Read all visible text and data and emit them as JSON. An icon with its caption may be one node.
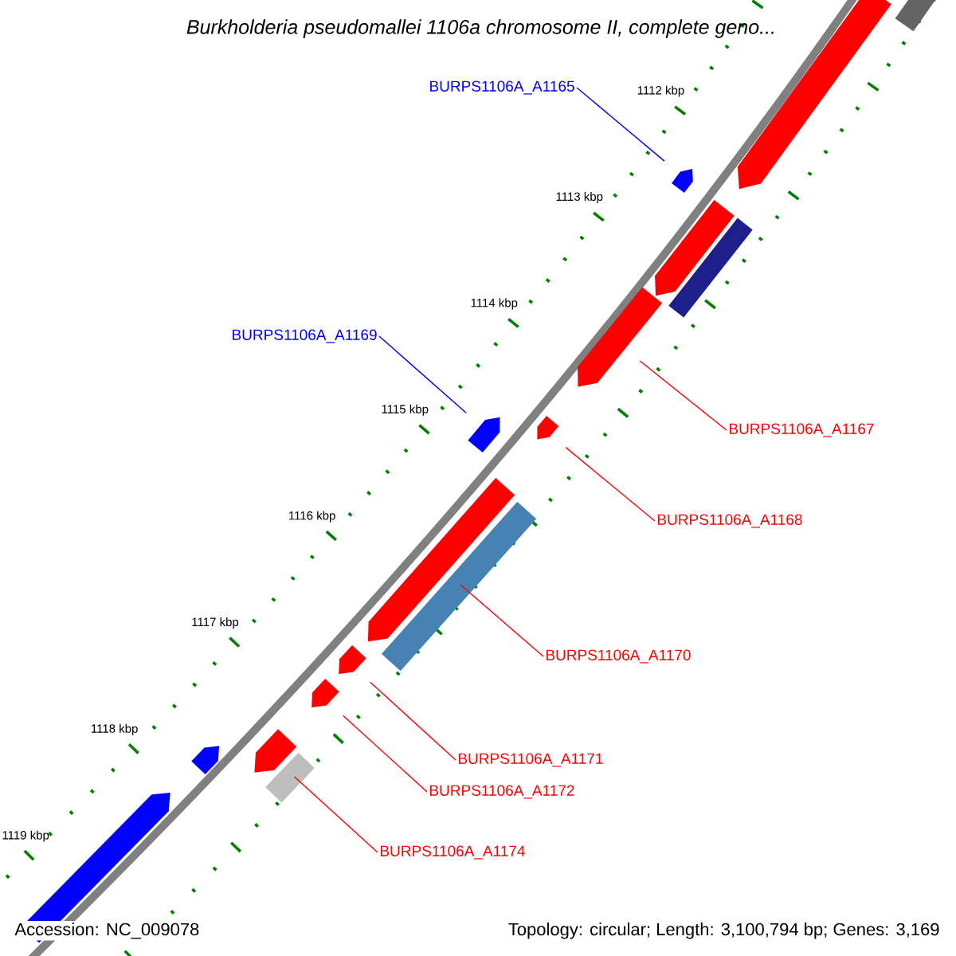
{
  "diagram": {
    "title": "*Burkholderia pseudomallei* 1106a chromosome II, complete geno...",
    "nodes": [
      {
        "text": [
          "BURPS1106A_A1165"
        ]
      },
      {
        "text": [],
        "shape": "bar"
      },
      {
        "text": [
          "BURPS1106A_A1169"
        ]
      },
      {
        "text": [],
        "shape": "bar"
      },
      {
        "text": [
          "BURPS1106A_A1167"
        ]
      },
      {
        "text": [],
        "shape": "bar"
      },
      {
        "text": [
          "BURPS1106A_A1168"
        ]
      },
      {
        "text": [],
        "shape": "bar"
      },
      {
        "text": [
          "BURPS1106A_A1170"
        ]
      },
      {
        "text": [],
        "shape": "bar"
      },
      {
        "text": [
          "BURPS1106A_A1171"
        ]
      },
      {
        "text": [],
        "shape": "bar"
      },
      {
        "text": [
          "BURPS1106A_A1172"
        ]
      },
      {
        "text": [],
        "shape": "bar"
      },
      {
        "text": [
          "BURPS1106A_A1174"
        ]
      },
      {
        "text": [],
        "shape": "bar"
      },
      {
        "text": [],
        "shape": "bar"
      },
      {
        "text": [],
        "shape": "bar"
      },
      {
        "text": [],
        "shape": "bar"
      },
      {
        "text": [],
        "shape": "bar"
      },
      {
        "text": [],
        "shape": "bar"
      },
      {
        "text": [],
        "shape": "bar"
      },
      {
        "text": [],
        "shape": "bar"
      },
      {
        "text": [],
        "shape": "bar"
      }
    ],
    "edges": [
      {
        "from": 0,
        "to": 1,
        "arrow": "none",
        "color": "#0000ff"
      },
      {
        "from": 2,
        "to": 3,
        "arrow": "none",
        "color": "#0000ff"
      },
      {
        "from": 4,
        "to": 5,
        "arrow": "none"
      },
      {
        "from": 6,
        "to": 7,
        "arrow": "none"
      },
      {
        "from": 8,
        "to": 9,
        "arrow": "none"
      },
      {
        "from": 10,
        "to": 11,
        "arrow": "none"
      },
      {
        "from": 12,
        "to": 13,
        "arrow": "none"
      },
      {
        "from": 14,
        "to": 15,
        "arrow": "none"
      }
    ],
    "labels": [
      "1112 kbp",
      "1113 kbp",
      "1114 kbp",
      "1115 kbp",
      "1116 kbp",
      "1117 kbp",
      "1118 kbp",
      "1119 kbp",
      "Accession: NC_009078",
      "Topology: circular; Length: 3,100,794 bp; Genes: 3,169"
    ]
  }
}
